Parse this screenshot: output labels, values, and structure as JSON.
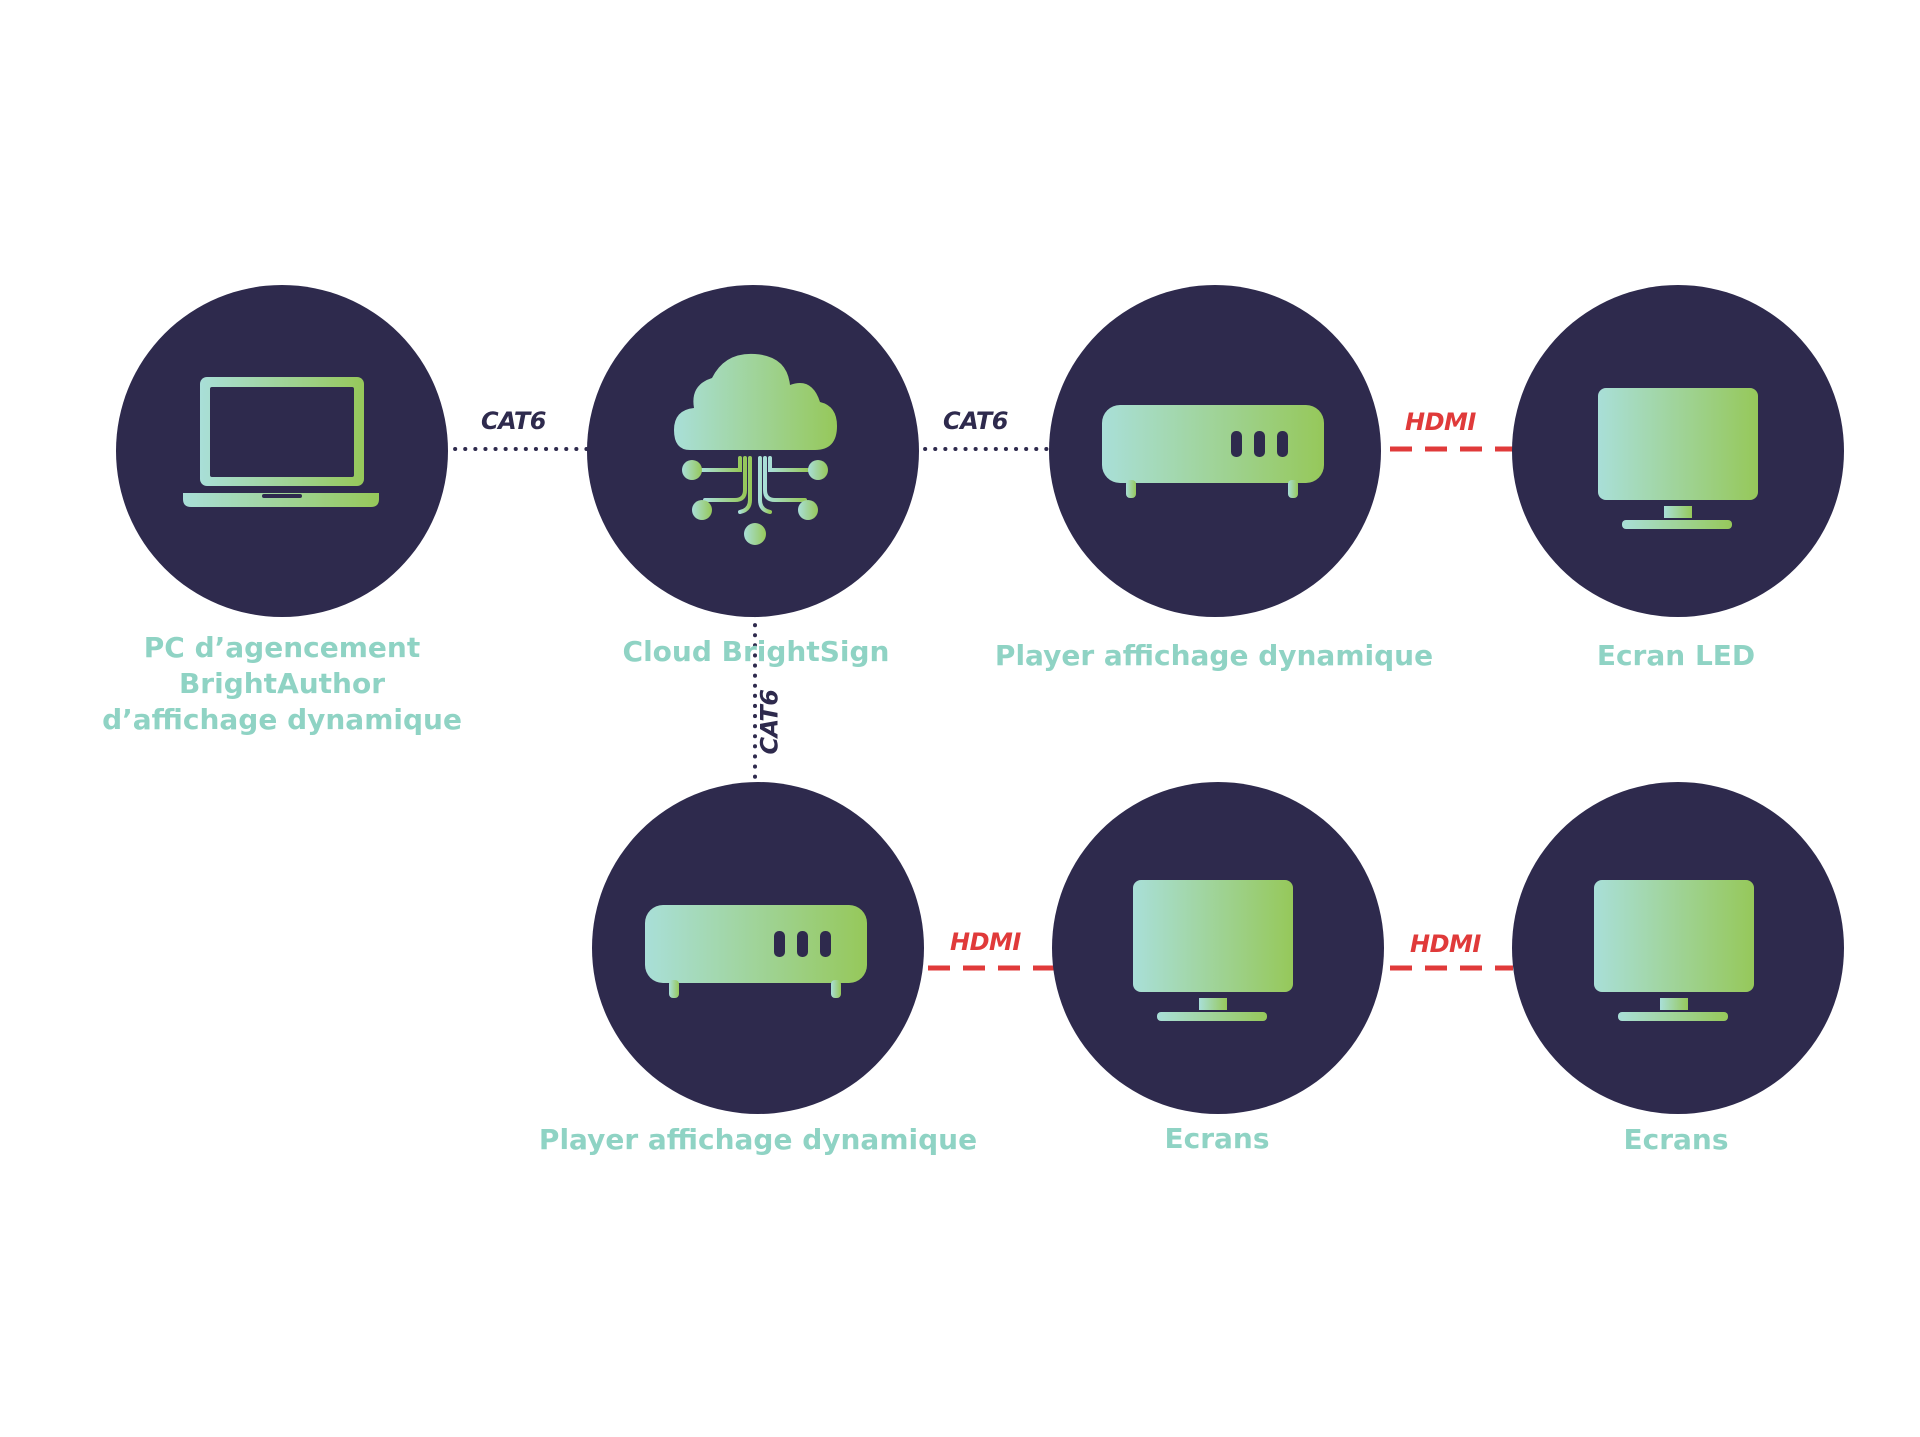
{
  "colors": {
    "circle": "#2e2a4d",
    "label": "#8fd3c4",
    "cat_line": "#2e2a4d",
    "hdmi_line": "#e03a3a",
    "icon_gradient_start": "#a9dfd8",
    "icon_gradient_end": "#96c85a"
  },
  "nodes": {
    "pc": {
      "label_lines": [
        "PC d’agencement",
        "BrightAuthor",
        "d’affichage dynamique"
      ],
      "icon": "laptop-icon"
    },
    "cloud": {
      "label": "Cloud BrightSign",
      "icon": "cloud-network-icon"
    },
    "player_top": {
      "label": "Player affichage dynamique",
      "icon": "media-player-icon"
    },
    "led": {
      "label": "Ecran LED",
      "icon": "monitor-icon"
    },
    "player_bottom": {
      "label": "Player affichage dynamique",
      "icon": "media-player-icon"
    },
    "screens_mid": {
      "label": "Ecrans",
      "icon": "monitor-icon"
    },
    "screens_right": {
      "label": "Ecrans",
      "icon": "monitor-icon"
    }
  },
  "connections": {
    "pc_cloud": {
      "label": "CAT6",
      "type": "dotted"
    },
    "cloud_player_top": {
      "label": "CAT6",
      "type": "dotted"
    },
    "player_top_led": {
      "label": "HDMI",
      "type": "dashed"
    },
    "cloud_player_bottom": {
      "label": "CAT6",
      "type": "dotted"
    },
    "player_bottom_screens": {
      "label": "HDMI",
      "type": "dashed"
    },
    "screens_screens": {
      "label": "HDMI",
      "type": "dashed"
    }
  }
}
